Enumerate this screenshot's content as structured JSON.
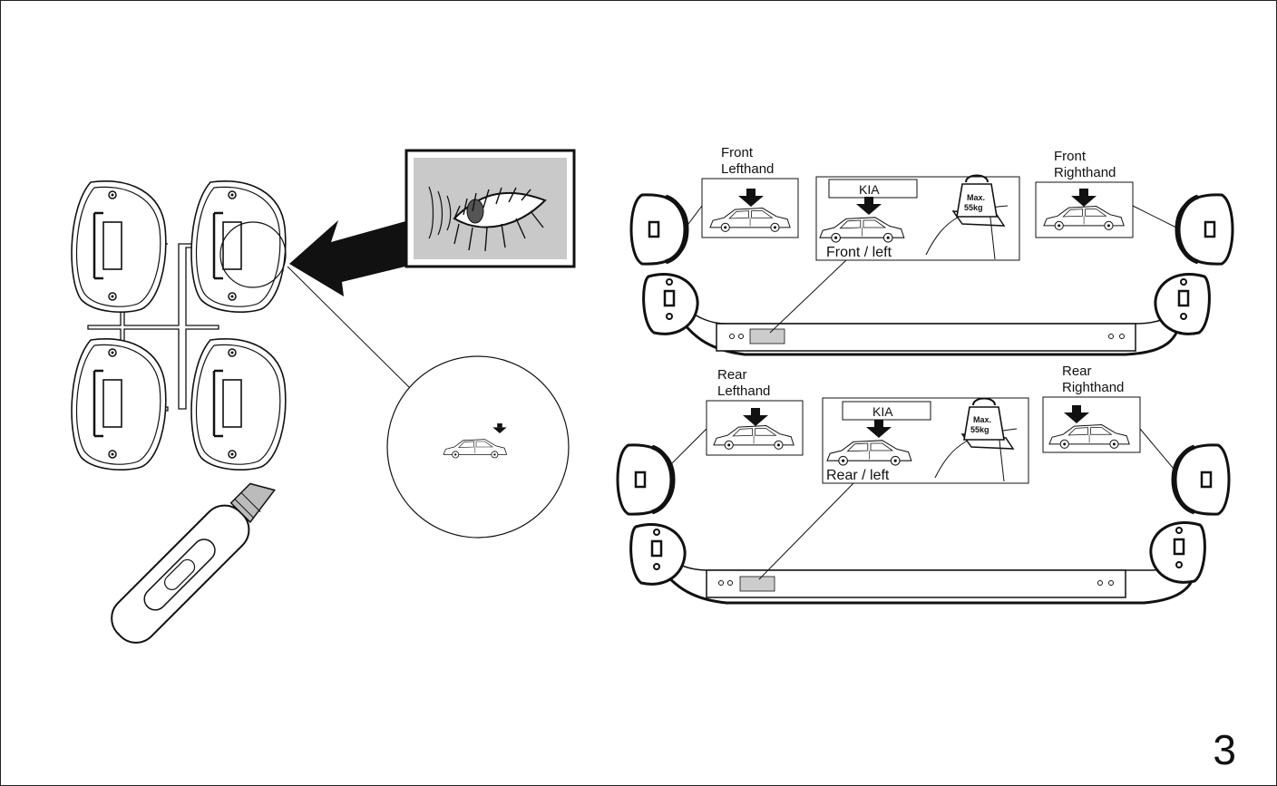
{
  "page_number": "3",
  "front": {
    "left_label_line1": "Front",
    "left_label_line2": "Lefthand",
    "right_label_line1": "Front",
    "right_label_line2": "Righthand",
    "brand": "KIA",
    "position": "Front / left",
    "weight_line1": "Max.",
    "weight_line2": "55kg"
  },
  "rear": {
    "left_label_line1": "Rear",
    "left_label_line2": "Lefthand",
    "right_label_line1": "Rear",
    "right_label_line2": "Righthand",
    "brand": "KIA",
    "position": "Rear / left",
    "weight_line1": "Max.",
    "weight_line2": "55kg"
  }
}
